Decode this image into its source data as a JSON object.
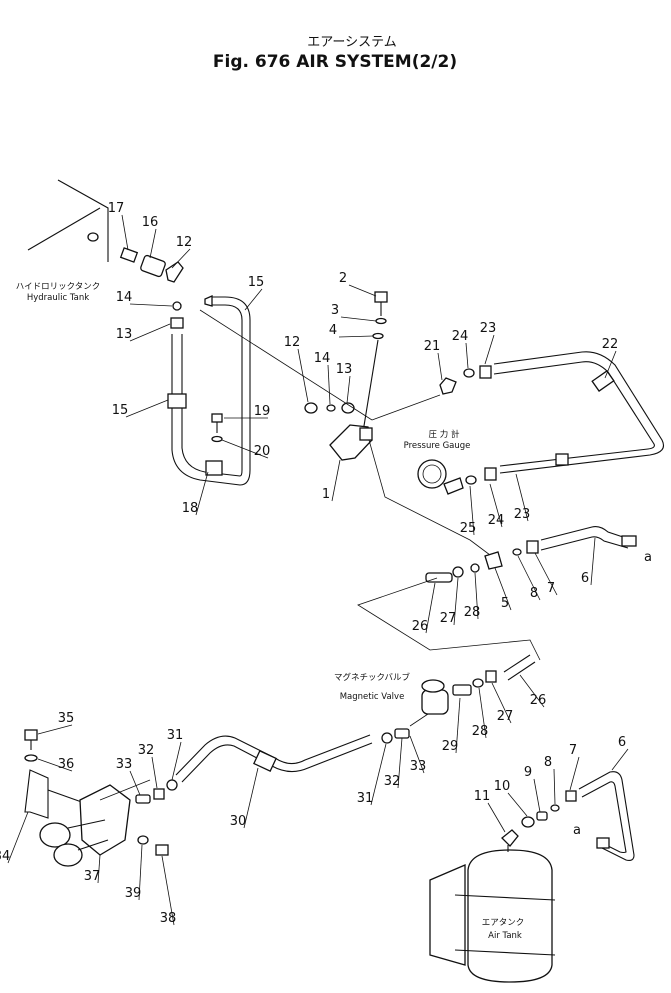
{
  "header": {
    "title_jp": "エアーシステム",
    "title": "Fig. 676 AIR SYSTEM(2/2)"
  },
  "labels": {
    "hydraulic_tank_jp": "ハイドロリックタンク",
    "hydraulic_tank": "Hydraulic Tank",
    "pressure_gauge_jp": "圧 力 計",
    "pressure_gauge": "Pressure Gauge",
    "magnetic_valve_jp": "マグネチックバルブ",
    "magnetic_valve": "Magnetic Valve",
    "air_tank_jp": "エアタンク",
    "air_tank": "Air Tank",
    "ref_a1": "a",
    "ref_a2": "a"
  },
  "callouts": [
    {
      "id": "c17",
      "text": "17"
    },
    {
      "id": "c16",
      "text": "16"
    },
    {
      "id": "c12a",
      "text": "12"
    },
    {
      "id": "c14a",
      "text": "14"
    },
    {
      "id": "c13a",
      "text": "13"
    },
    {
      "id": "c15a",
      "text": "15"
    },
    {
      "id": "c15b",
      "text": "15"
    },
    {
      "id": "c19",
      "text": "19"
    },
    {
      "id": "c20",
      "text": "20"
    },
    {
      "id": "c18",
      "text": "18"
    },
    {
      "id": "c2",
      "text": "2"
    },
    {
      "id": "c3",
      "text": "3"
    },
    {
      "id": "c4",
      "text": "4"
    },
    {
      "id": "c12b",
      "text": "12"
    },
    {
      "id": "c14b",
      "text": "14"
    },
    {
      "id": "c13b",
      "text": "13"
    },
    {
      "id": "c1",
      "text": "1"
    },
    {
      "id": "c21",
      "text": "21"
    },
    {
      "id": "c24a",
      "text": "24"
    },
    {
      "id": "c23a",
      "text": "23"
    },
    {
      "id": "c22",
      "text": "22"
    },
    {
      "id": "c25",
      "text": "25"
    },
    {
      "id": "c24b",
      "text": "24"
    },
    {
      "id": "c23b",
      "text": "23"
    },
    {
      "id": "c26a",
      "text": "26"
    },
    {
      "id": "c27a",
      "text": "27"
    },
    {
      "id": "c28a",
      "text": "28"
    },
    {
      "id": "c5",
      "text": "5"
    },
    {
      "id": "c8a",
      "text": "8"
    },
    {
      "id": "c7a",
      "text": "7"
    },
    {
      "id": "c6a",
      "text": "6"
    },
    {
      "id": "c26b",
      "text": "26"
    },
    {
      "id": "c27b",
      "text": "27"
    },
    {
      "id": "c28b",
      "text": "28"
    },
    {
      "id": "c29",
      "text": "29"
    },
    {
      "id": "c35",
      "text": "35"
    },
    {
      "id": "c36",
      "text": "36"
    },
    {
      "id": "c33a",
      "text": "33"
    },
    {
      "id": "c32a",
      "text": "32"
    },
    {
      "id": "c31a",
      "text": "31"
    },
    {
      "id": "c34",
      "text": "34"
    },
    {
      "id": "c37",
      "text": "37"
    },
    {
      "id": "c39",
      "text": "39"
    },
    {
      "id": "c38",
      "text": "38"
    },
    {
      "id": "c30",
      "text": "30"
    },
    {
      "id": "c31b",
      "text": "31"
    },
    {
      "id": "c32b",
      "text": "32"
    },
    {
      "id": "c33b",
      "text": "33"
    },
    {
      "id": "c11",
      "text": "11"
    },
    {
      "id": "c10",
      "text": "10"
    },
    {
      "id": "c9",
      "text": "9"
    },
    {
      "id": "c8b",
      "text": "8"
    },
    {
      "id": "c7b",
      "text": "7"
    },
    {
      "id": "c6b",
      "text": "6"
    }
  ]
}
